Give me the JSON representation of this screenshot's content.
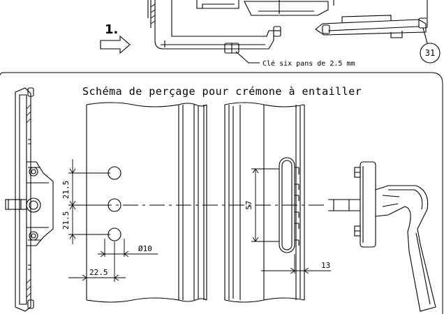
{
  "step_number": "1.",
  "tool_note": "Clé six pans de 2.5 mm",
  "callout_number": "31",
  "diagram_title": "Schéma de perçage pour crémone à entailler",
  "dimensions": {
    "hole_spacing_top": "21.5",
    "hole_spacing_bottom": "21.5",
    "hole_diameter": "Ø10",
    "edge_distance": "22.5",
    "slot_height": "57",
    "slot_offset": "13"
  },
  "colors": {
    "line": "#000000",
    "background": "#ffffff"
  }
}
